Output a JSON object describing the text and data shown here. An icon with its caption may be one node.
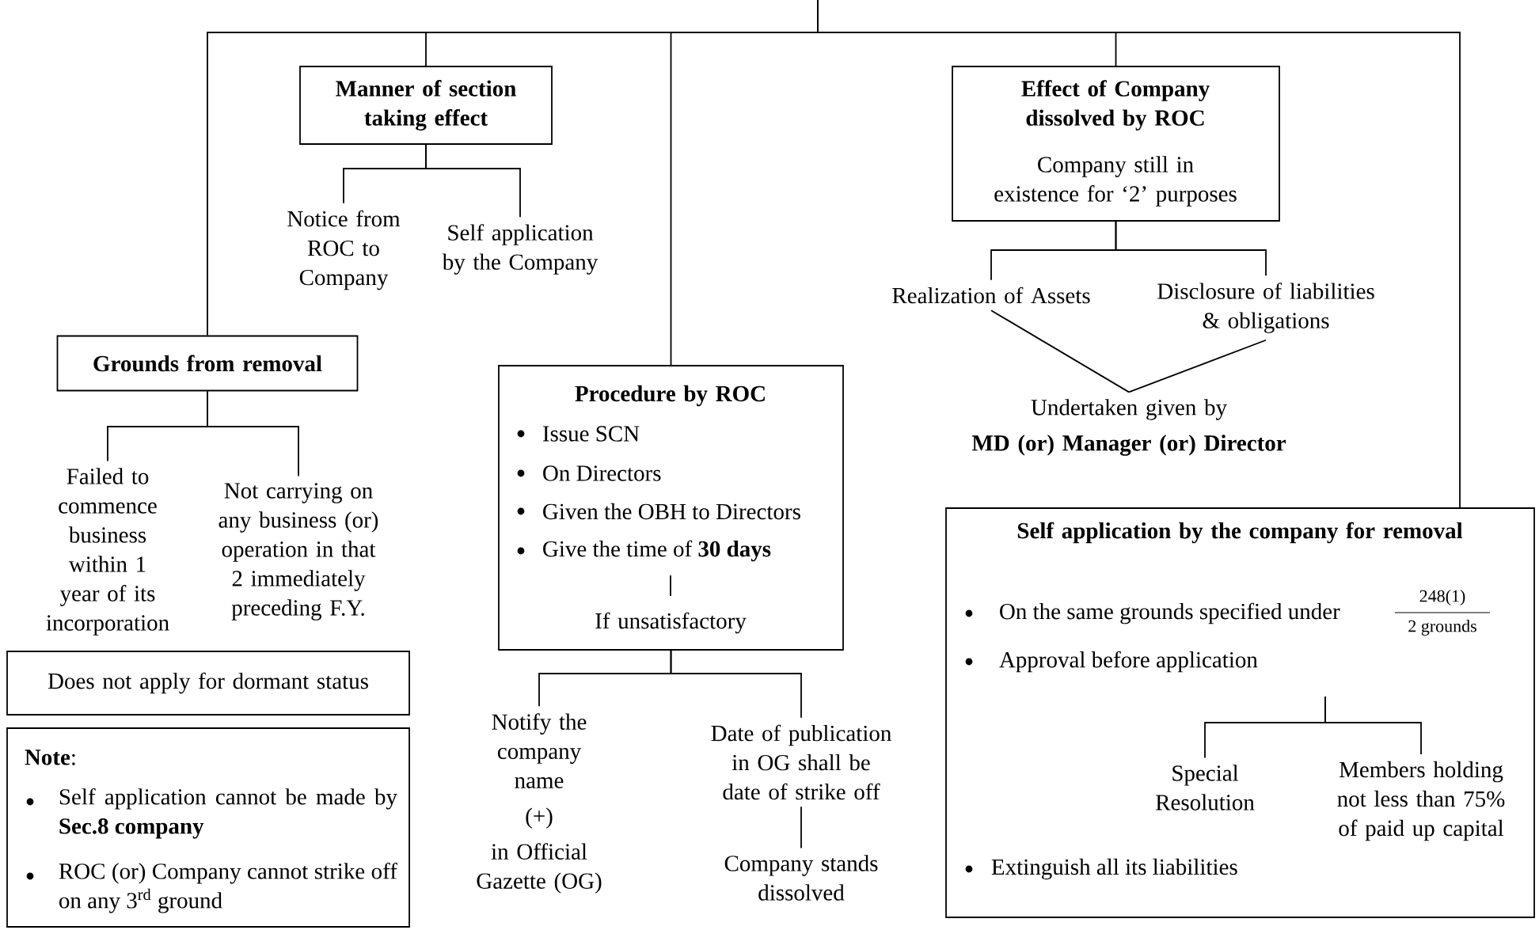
{
  "diagram": {
    "nodes": [
      {
        "text": [
          "Manner of section taking effect"
        ]
      },
      {
        "text": [
          "Notice from ROC to Company"
        ]
      },
      {
        "text": [
          "Self application by the Company"
        ]
      },
      {
        "text": [
          "Effect of Company dissolved by ROC",
          "Company still in existence for ‘2’ purposes"
        ]
      },
      {
        "text": [
          "Realization of Assets"
        ]
      },
      {
        "text": [
          "Disclosure of liabilities & obligations"
        ]
      },
      {
        "text": [
          "Undertaken given by",
          "MD (or) Manager (or) Director"
        ]
      },
      {
        "text": [
          "Grounds from removal"
        ]
      },
      {
        "text": [
          "Procedure by ROC",
          "Issue SCN",
          "On Directors",
          "Given the OBH to Directors",
          "Give the time of **30 days**",
          "If unsatisfactory"
        ]
      },
      {
        "text": [
          "Failed to commence business within 1 year of its incorporation"
        ]
      },
      {
        "text": [
          "Not carrying on any business (or) operation in that 2 immediately preceding F.Y."
        ]
      },
      {
        "text": [
          "Does not apply for dormant status"
        ]
      },
      {
        "text": [
          "**Note**:",
          "Self application cannot be made by **Sec.8 company**",
          "ROC (or) Company cannot strike off on any 3$^{rd}$ ground"
        ]
      },
      {
        "text": [
          "Notify the company name",
          "(+)",
          "in Official Gazette (OG)"
        ]
      },
      {
        "text": [
          "Date of publication in OG shall be date of strike off"
        ]
      },
      {
        "text": [
          "Company stands dissolved"
        ]
      },
      {
        "text": [
          "Self application by the company for removal",
          "On the same grounds specified under",
          "248(1)",
          "2 grounds",
          "Approval before application",
          "Extinguish all its liabilities"
        ]
      },
      {
        "text": [
          "Special Resolution"
        ],
        "in": 16
      },
      {
        "text": [
          "Members holding not less than 75% of paid up capital"
        ],
        "in": 16
      }
    ],
    "edges": [
      {
        "from": null,
        "to": 7,
        "arrow": "none"
      },
      {
        "from": null,
        "to": 0,
        "arrow": "none"
      },
      {
        "from": null,
        "to": 8,
        "arrow": "none"
      },
      {
        "from": null,
        "to": 3,
        "arrow": "none"
      },
      {
        "from": null,
        "to": 16,
        "arrow": "none"
      },
      {
        "from": 0,
        "to": 1,
        "arrow": "none"
      },
      {
        "from": 0,
        "to": 2,
        "arrow": "none"
      },
      {
        "from": 3,
        "to": 4,
        "arrow": "none"
      },
      {
        "from": 3,
        "to": 5,
        "arrow": "none"
      },
      {
        "from": 4,
        "to": 6,
        "arrow": "none"
      },
      {
        "from": 5,
        "to": 6,
        "arrow": "none"
      },
      {
        "from": 7,
        "to": 9,
        "arrow": "none"
      },
      {
        "from": 7,
        "to": 10,
        "arrow": "none"
      },
      {
        "from": 8,
        "to": 13,
        "arrow": "none"
      },
      {
        "from": 8,
        "to": 14,
        "arrow": "none"
      },
      {
        "from": 14,
        "to": 15,
        "arrow": "none"
      },
      {
        "from": null,
        "to": 17,
        "arrow": "none"
      },
      {
        "from": null,
        "to": 18,
        "arrow": "none"
      }
    ]
  }
}
